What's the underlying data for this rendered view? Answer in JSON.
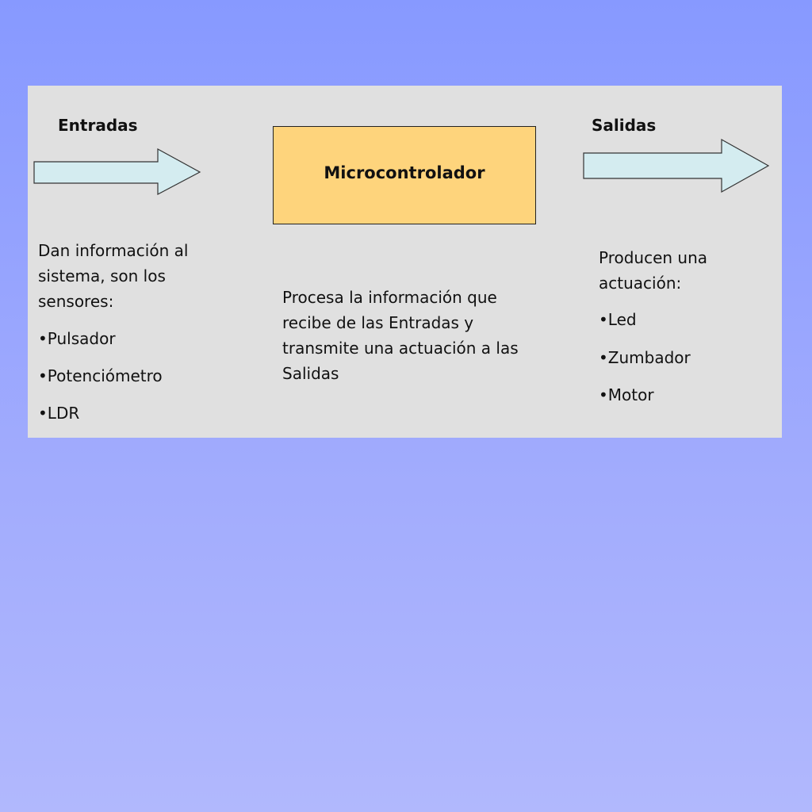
{
  "diagram": {
    "inputs": {
      "heading": "Entradas",
      "description": "Dan información al sistema, son los sensores:",
      "items": [
        "•Pulsador",
        "•Potenciómetro",
        "•LDR"
      ]
    },
    "processor": {
      "label": "Microcontrolador",
      "description": "Procesa la información que recibe de las Entradas y transmite una actuación a las Salidas"
    },
    "outputs": {
      "heading": "Salidas",
      "description": "Producen una actuación:",
      "items": [
        "•Led",
        "•Zumbador",
        "•Motor"
      ]
    }
  },
  "colors": {
    "background_top": "#8799ff",
    "background_bottom": "#b1b8fd",
    "panel": "#e0e0e0",
    "arrow_fill": "#d4ecf0",
    "box_fill": "#fed47c"
  }
}
